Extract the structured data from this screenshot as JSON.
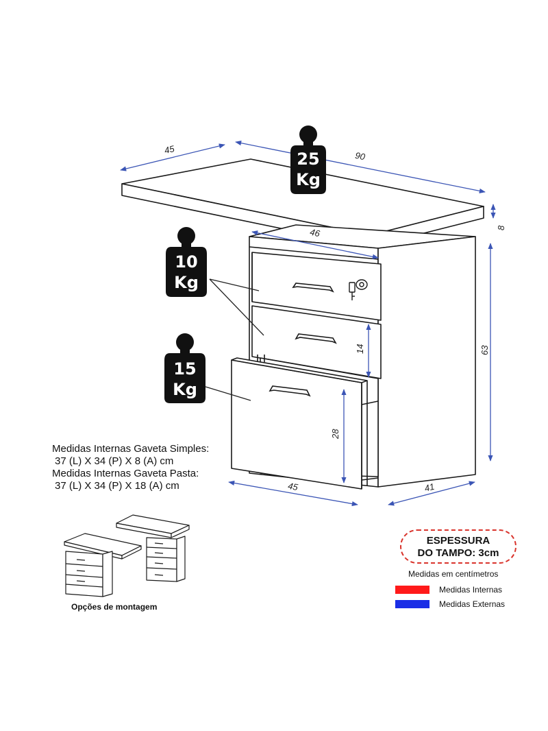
{
  "dimensions": {
    "top_depth": "45",
    "top_width": "90",
    "cabinet_width": "46",
    "top_thickness": "8",
    "total_height": "63",
    "drawer_height": "14",
    "file_drawer_height": "28",
    "base_width": "45",
    "base_depth": "41"
  },
  "weights": {
    "top": {
      "value": "25",
      "unit": "Kg"
    },
    "simple_drawers": {
      "value": "10",
      "unit": "Kg"
    },
    "file_drawer": {
      "value": "15",
      "unit": "Kg"
    }
  },
  "specs": {
    "line1": "Medidas Internas Gaveta Simples:",
    "line2": "37 (L) X 34 (P) X 8 (A) cm",
    "line3": "Medidas Internas Gaveta Pasta:",
    "line4": "37 (L) X 34 (P) X 18 (A) cm"
  },
  "assembly_label": "Opções de montagem",
  "thickness_badge": {
    "line1": "ESPESSURA",
    "line2": "DO TAMPO: 3cm"
  },
  "legend": {
    "title": "Medidas em centímetros",
    "items": [
      {
        "label": "Medidas Internas",
        "color": "#ff1a1a"
      },
      {
        "label": "Medidas Externas",
        "color": "#1a2ee6"
      }
    ]
  },
  "colors": {
    "dimension_line": "#3b55b5",
    "outline": "#1a1a1a",
    "weight_icon": "#111111"
  }
}
